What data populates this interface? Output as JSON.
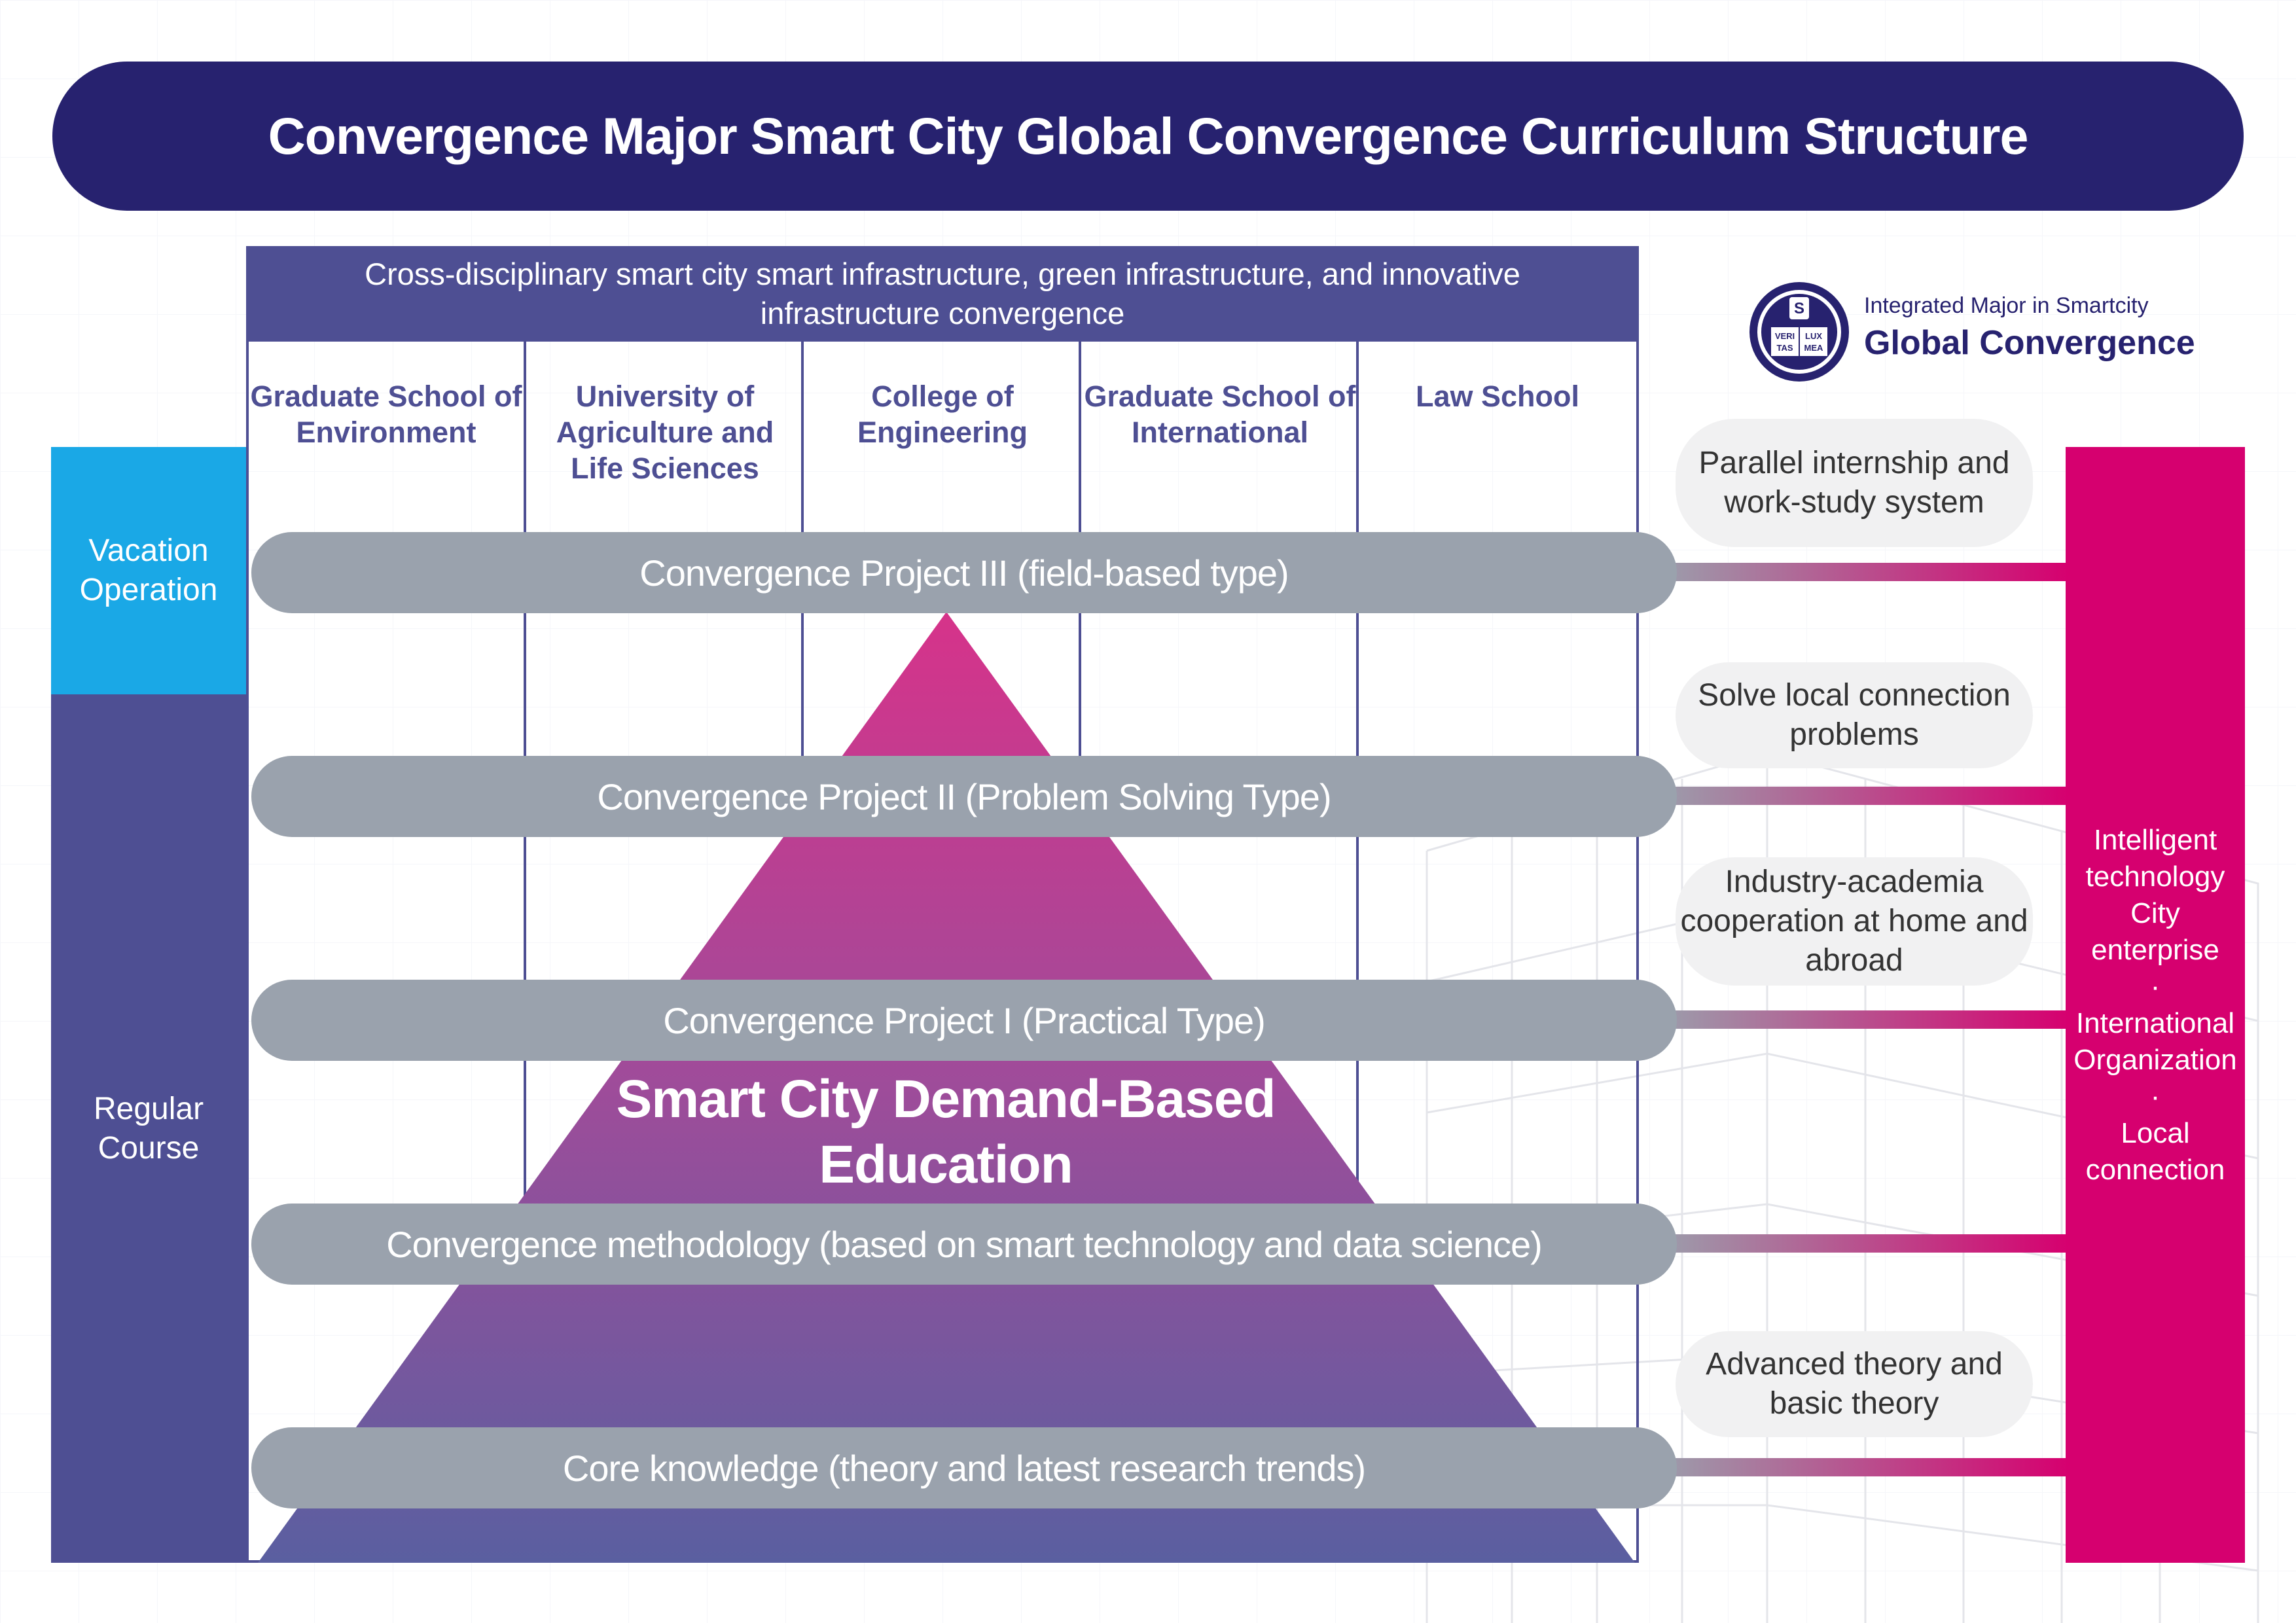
{
  "title": "Convergence Major Smart City Global Convergence Curriculum Structure",
  "cross_header": "Cross-disciplinary smart city smart infrastructure, green infrastructure, and innovative infrastructure convergence",
  "logo": {
    "line1": "Integrated Major in Smartcity",
    "line2": "Global Convergence",
    "seal_text": [
      "VERI",
      "LUX",
      "TAS",
      "MEA"
    ]
  },
  "columns": [
    "Graduate School of Environment",
    "University of Agriculture and Life Sciences",
    "College of Engineering",
    "Graduate School of International",
    "Law School"
  ],
  "left_labels": {
    "vacation": "Vacation Operation",
    "regular": "Regular Course"
  },
  "bars": [
    "Convergence Project III (field-based type)",
    "Convergence Project II (Problem Solving Type)",
    "Convergence Project I (Practical Type)",
    "Convergence methodology (based on smart technology and data science)",
    "Core knowledge (theory and latest research trends)"
  ],
  "pyramid_text": "Smart City Demand-Based Education",
  "side_notes": [
    "Parallel internship and work-study system",
    "Solve local connection problems",
    "Industry-academia cooperation at home and abroad",
    "Advanced theory and basic theory"
  ],
  "right_bar": {
    "lines": [
      "Intelligent",
      "technology",
      "City",
      "enterprise",
      "·",
      "International",
      "Organization",
      "·",
      "Local",
      "connection"
    ]
  },
  "colors": {
    "navy": "#27226f",
    "indigo": "#4e4f93",
    "sky": "#1aa8e6",
    "magenta": "#d6006f",
    "bar_gray": "#9aa2ad",
    "pyramid_top": "#d6338a",
    "pyramid_bottom": "#5a5fa0"
  }
}
